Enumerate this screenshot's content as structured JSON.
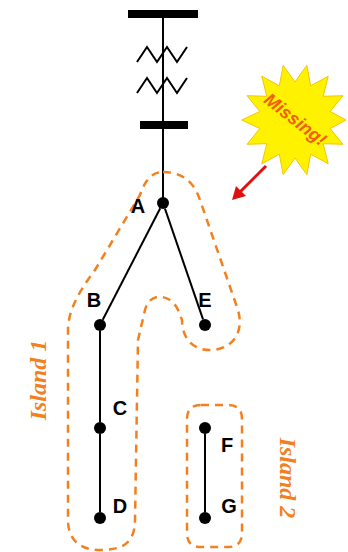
{
  "diagram": {
    "nodes": [
      {
        "text": [
          "Island 1"
        ]
      },
      {
        "text": [
          "A"
        ],
        "in": 0
      },
      {
        "text": [
          "B"
        ],
        "in": 0
      },
      {
        "text": [
          "E"
        ],
        "in": 0
      },
      {
        "text": [
          "C"
        ],
        "in": 0
      },
      {
        "text": [
          "D"
        ],
        "in": 0
      },
      {
        "text": [
          "Missing!"
        ]
      },
      {
        "text": [
          "Island 2"
        ]
      },
      {
        "text": [
          "F"
        ],
        "in": 7
      },
      {
        "text": [
          "G"
        ],
        "in": 7
      }
    ],
    "edges": [
      {
        "from": 1,
        "to": 2,
        "arrow": "none"
      },
      {
        "from": 1,
        "to": 3,
        "arrow": "none"
      },
      {
        "from": 2,
        "to": 4,
        "arrow": "none"
      },
      {
        "from": 4,
        "to": 5,
        "arrow": "none"
      },
      {
        "from": 8,
        "to": 9,
        "arrow": "none"
      }
    ]
  }
}
